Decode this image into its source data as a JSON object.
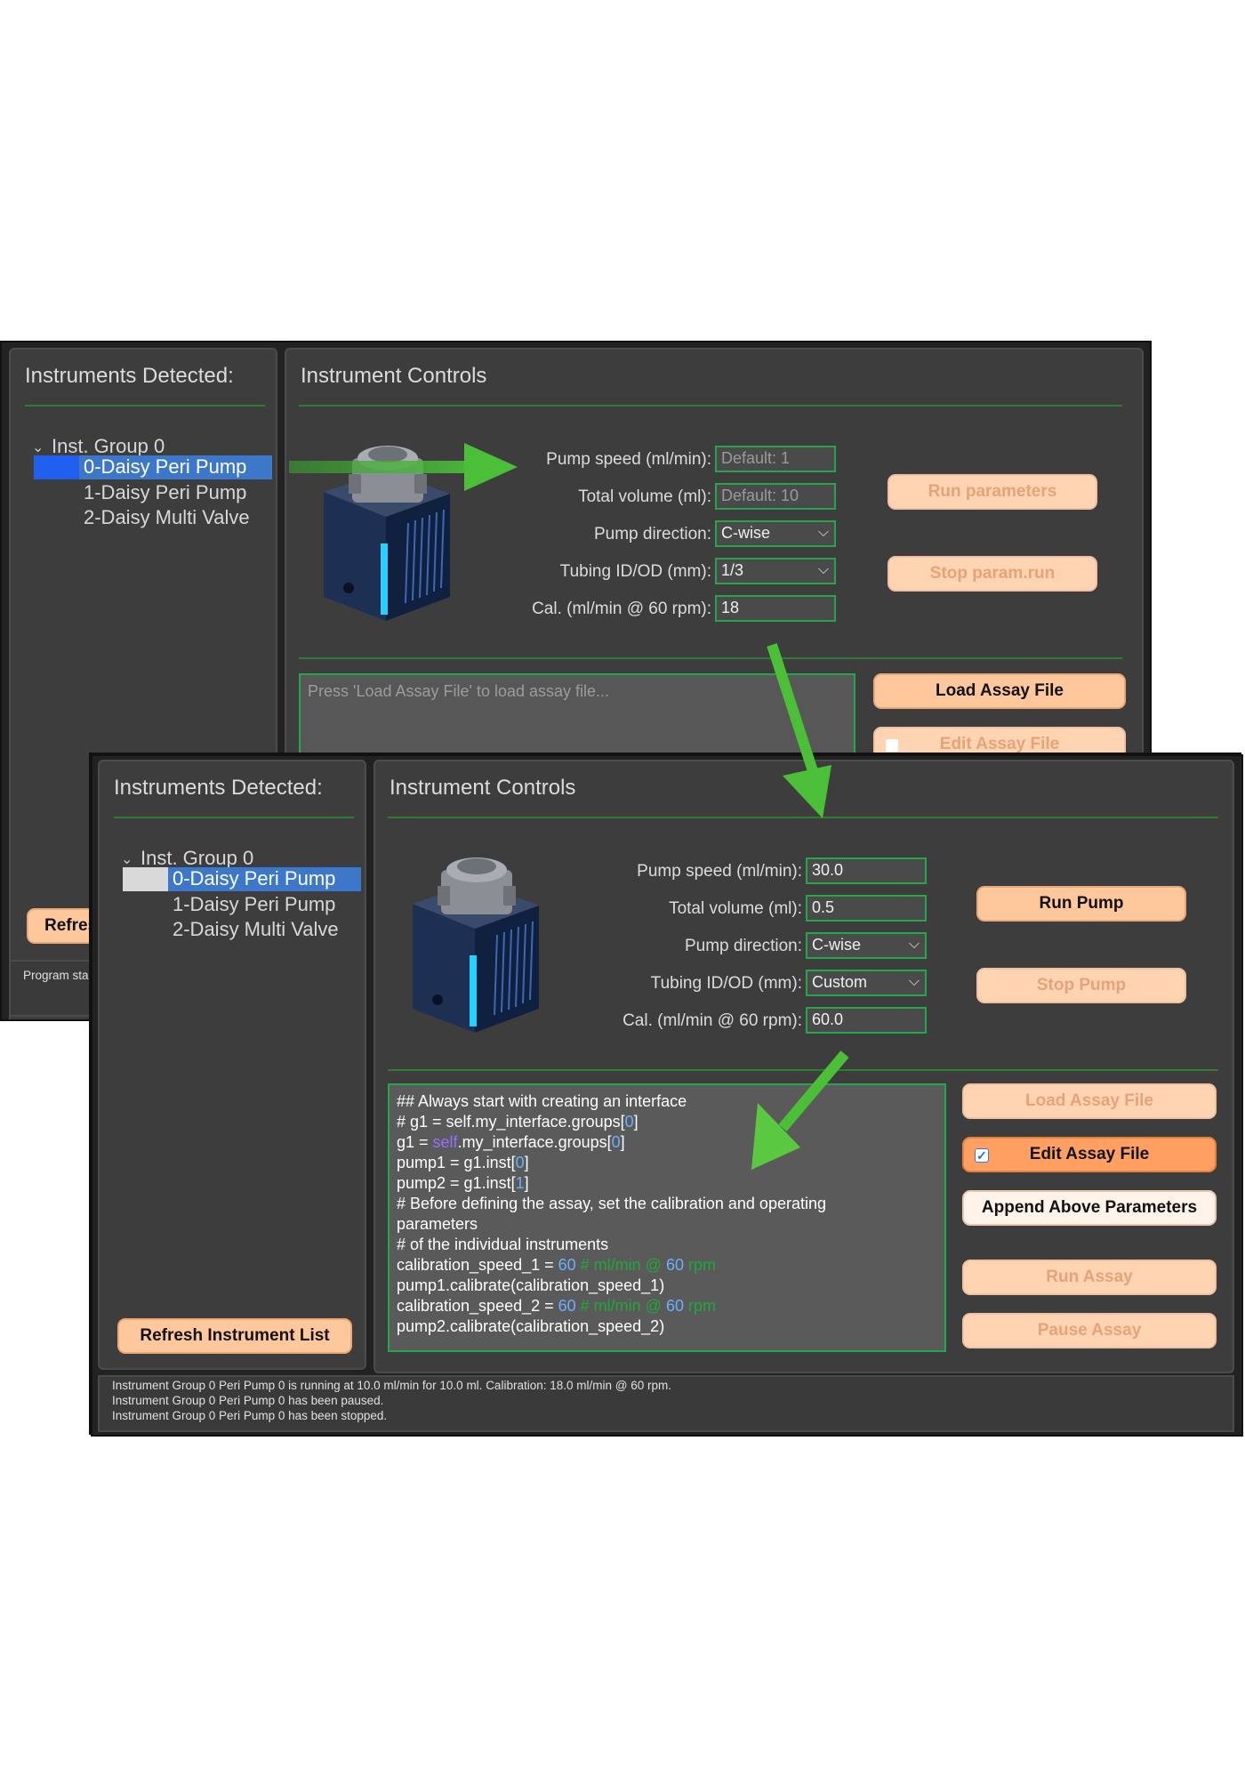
{
  "back_window": {
    "detected_title": "Instruments Detected:",
    "tree_group": "Inst. Group 0",
    "tree_items": [
      "0-Daisy Peri Pump",
      "1-Daisy Peri Pump",
      "2-Daisy Multi Valve"
    ],
    "refresh_button": "Refres",
    "status_partial": "Program star",
    "controls_title": "Instrument Controls",
    "labels": {
      "pump_speed": "Pump speed (ml/min):",
      "total_volume": "Total volume (ml):",
      "pump_direction": "Pump direction:",
      "tubing": "Tubing ID/OD (mm):",
      "calibration": "Cal. (ml/min @ 60 rpm):"
    },
    "pump_speed_placeholder": "Default: 1",
    "total_volume_placeholder": "Default: 10",
    "pump_direction": "C-wise",
    "tubing": "1/3",
    "calibration": "18",
    "run_button": "Run parameters",
    "stop_button": "Stop param.run",
    "assay_placeholder": "Press 'Load Assay File' to load assay file...",
    "load_assay_button": "Load Assay File",
    "edit_assay_button": "Edit Assay File"
  },
  "front_window": {
    "detected_title": "Instruments Detected:",
    "tree_group": "Inst. Group 0",
    "tree_items": [
      "0-Daisy Peri Pump",
      "1-Daisy Peri Pump",
      "2-Daisy Multi Valve"
    ],
    "refresh_button": "Refresh Instrument List",
    "controls_title": "Instrument Controls",
    "labels": {
      "pump_speed": "Pump speed (ml/min):",
      "total_volume": "Total volume (ml):",
      "pump_direction": "Pump direction:",
      "tubing": "Tubing ID/OD (mm):",
      "calibration": "Cal. (ml/min @ 60 rpm):"
    },
    "pump_speed": "30.0",
    "total_volume": "0.5",
    "pump_direction": "C-wise",
    "tubing": "Custom",
    "calibration": "60.0",
    "run_button": "Run Pump",
    "stop_button": "Stop Pump",
    "load_assay_button": "Load Assay File",
    "edit_assay_button": "Edit Assay File",
    "edit_assay_checked": true,
    "append_button": "Append Above Parameters",
    "run_assay_button": "Run Assay",
    "pause_assay_button": "Pause Assay",
    "code": {
      "c1": "## Always start with creating an interface",
      "c2a": "# g1 = self.my_interface.groups[",
      "c2b": "0",
      "c2c": "]",
      "l3a": "g1 = ",
      "l3b": "self",
      "l3c": ".my_interface.groups[",
      "l3d": "0",
      "l3e": "]",
      "l4a": "pump1 = g1.inst[",
      "l4b": "0",
      "l4c": "]",
      "l5a": "pump2 = g1.inst[",
      "l5b": "1",
      "l5c": "]",
      "c6": "# Before defining the assay, set the calibration and operating",
      "c7": "parameters",
      "c8": "# of the individual instruments",
      "l9a": "calibration_speed_1 = ",
      "l9b": "60",
      "l9c": "  # ml/min @ ",
      "l9d": "60",
      "l9e": " rpm",
      "l10": "pump1.calibrate(calibration_speed_1)",
      "l11a": "calibration_speed_2 = ",
      "l11b": "60",
      "l11c": "  # ml/min @ ",
      "l11d": "60",
      "l11e": " rpm",
      "l12": "pump2.calibrate(calibration_speed_2)"
    },
    "status_lines": [
      "Instrument Group 0 Peri Pump 0 is running at  10.0 ml/min for 10.0 ml. Calibration: 18.0 ml/min @ 60 rpm.",
      "Instrument Group 0 Peri Pump 0 has been paused.",
      "Instrument Group 0 Peri Pump 0 has been stopped."
    ]
  },
  "colors": {
    "panel": "#3d3d3d",
    "accent_green": "#27a54a",
    "button": "#ffc89c",
    "button_active": "#ffa062",
    "selection": "#3c77c9"
  }
}
